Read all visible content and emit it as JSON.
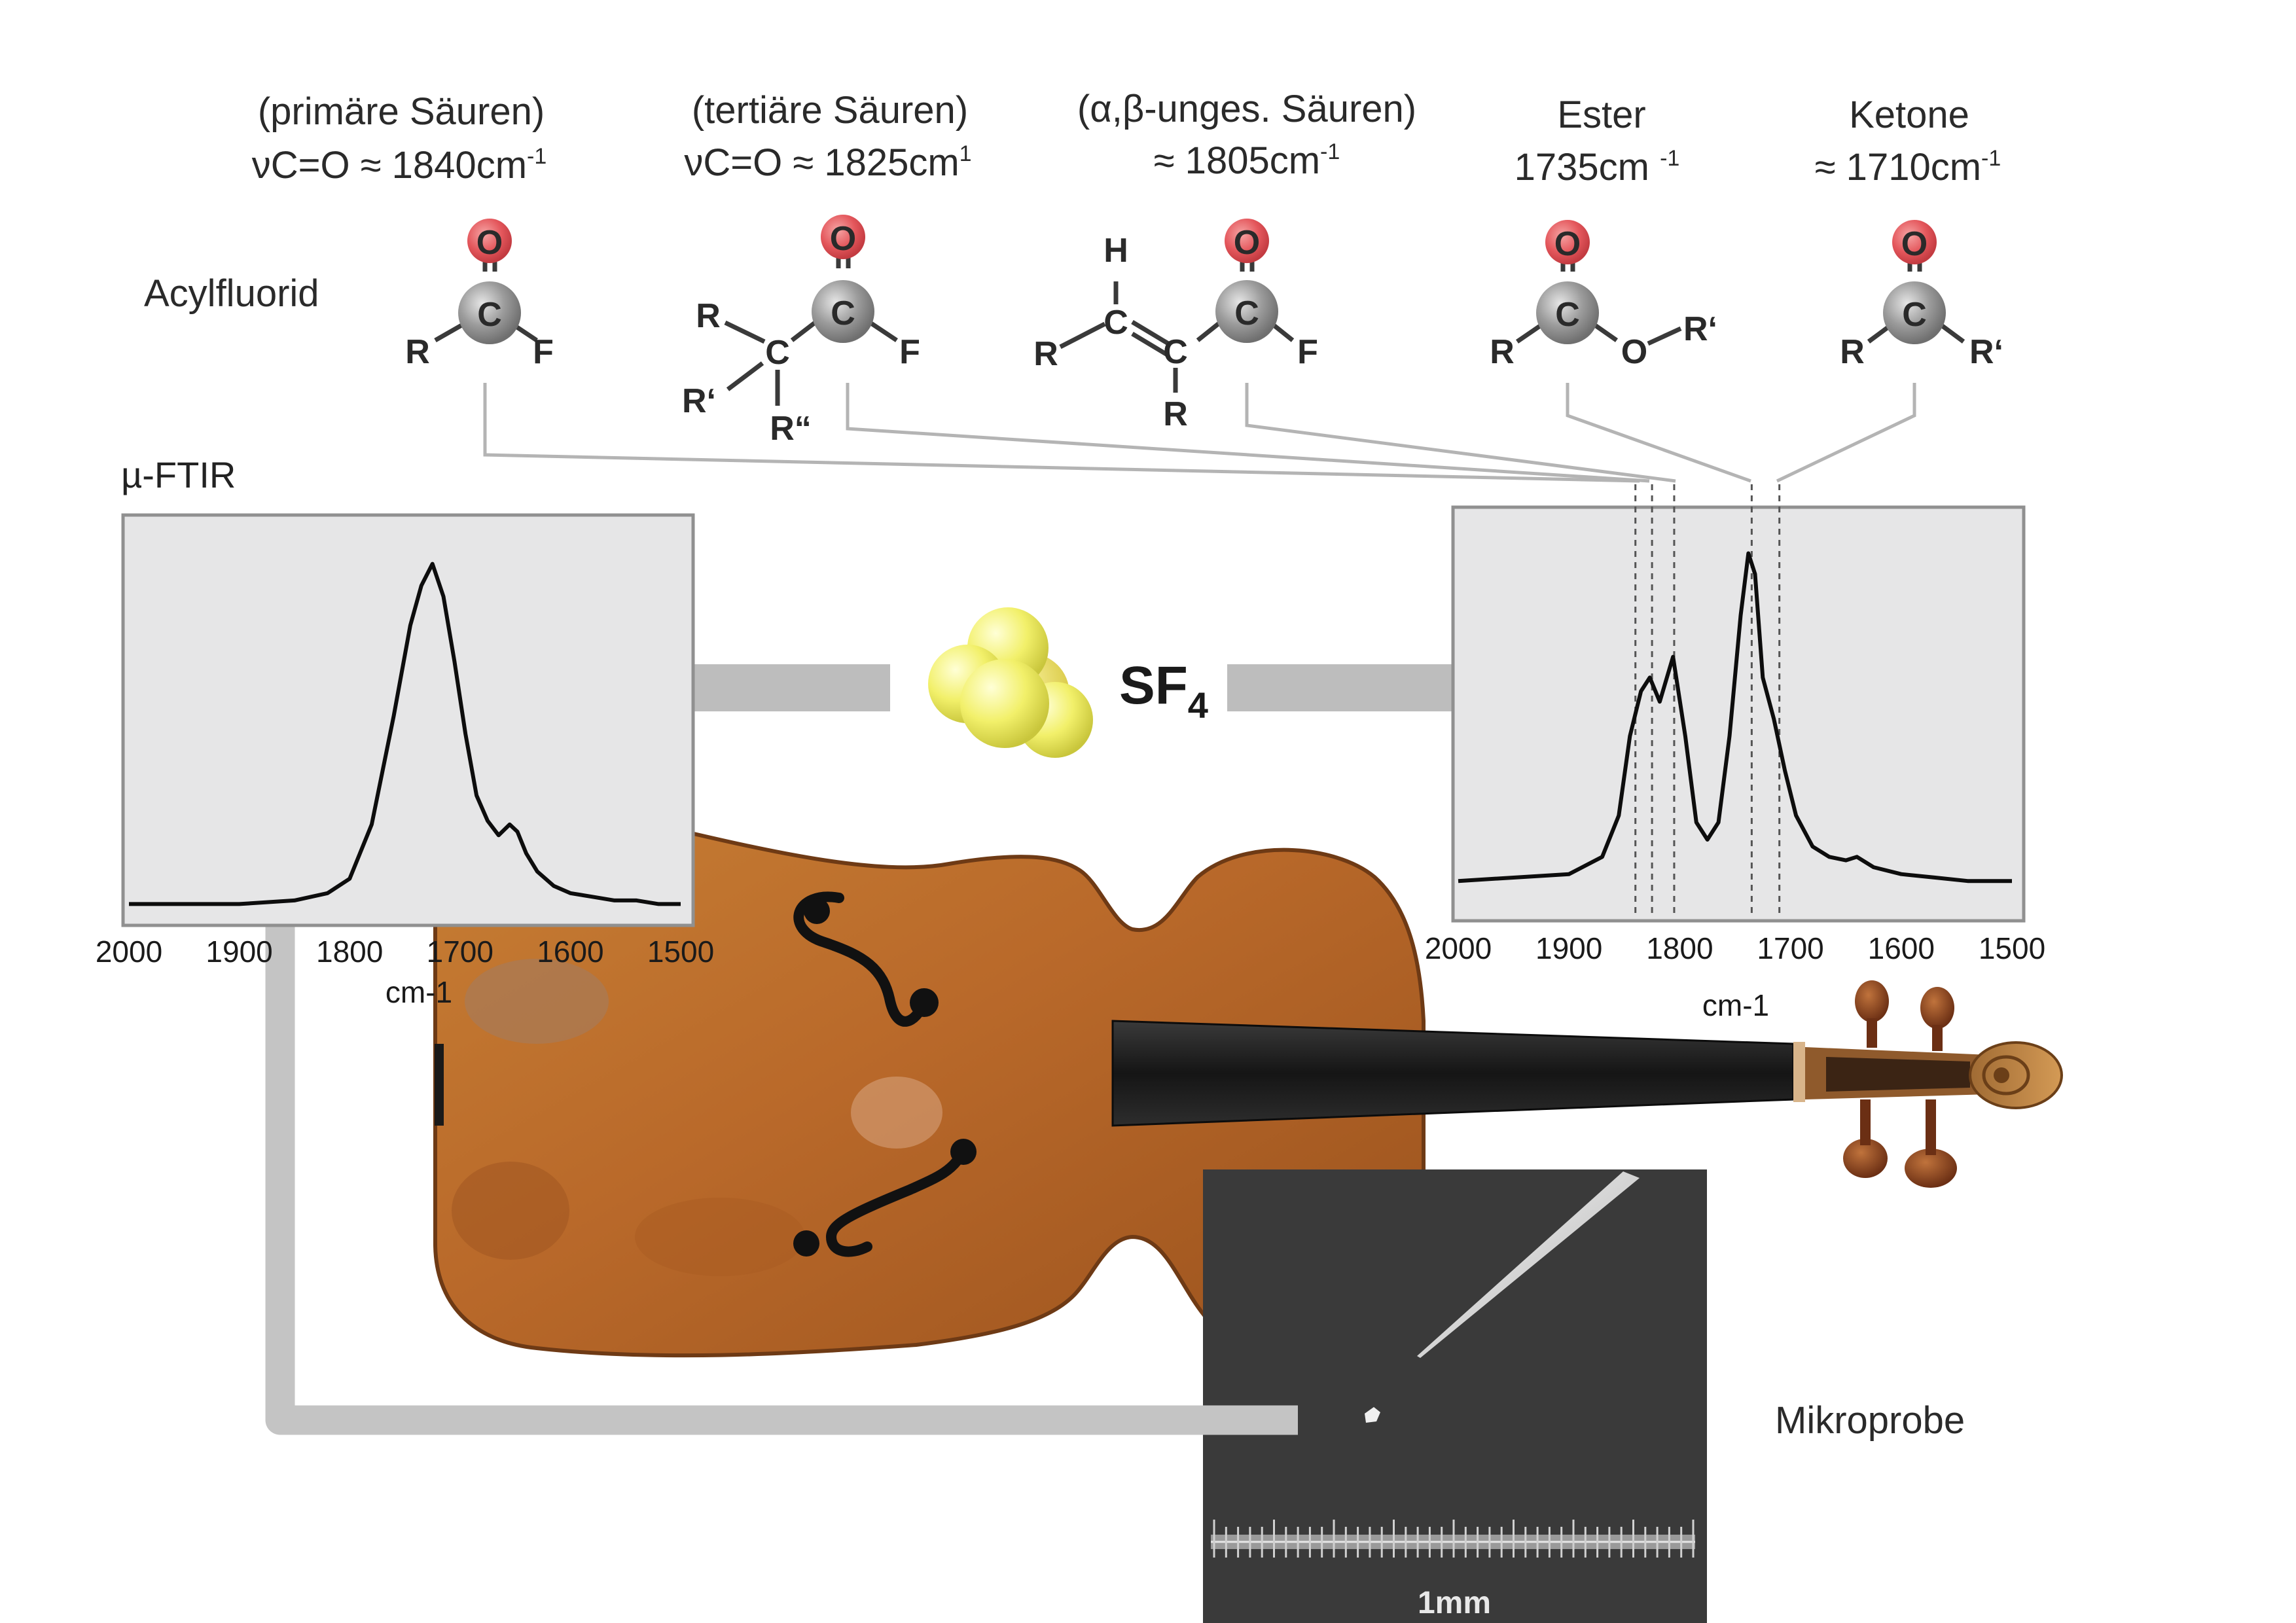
{
  "acyl_label": "Acylfluorid",
  "ftir_label": "µ-FTIR",
  "reagent": {
    "text": "SF",
    "subscript": "4"
  },
  "sample_label": "Mikroprobe",
  "scale_bar_label": "1mm",
  "groups": [
    {
      "name": "(primäre Säuren)",
      "freq": "νC=O  ≈ 1840cm",
      "freq_sup": "-1"
    },
    {
      "name": "(tertiäre Säuren)",
      "freq": "νC=O  ≈ 1825cm",
      "freq_sup": "1"
    },
    {
      "name": "(α,β-unges. Säuren)",
      "freq": "≈ 1805cm",
      "freq_sup": "-1"
    },
    {
      "name": "Ester",
      "freq": "1735cm ",
      "freq_sup": "-1"
    },
    {
      "name": "Ketone",
      "freq": "≈ 1710cm",
      "freq_sup": "-1"
    }
  ],
  "atoms": {
    "O": "O",
    "C": "C",
    "H": "H",
    "R": "R",
    "F": "F",
    "R1": "R‘",
    "R2": "R“"
  },
  "chart_data": [
    {
      "type": "line",
      "title": "",
      "xlabel": "cm-1",
      "ylabel": "",
      "xlim": [
        2000,
        1500
      ],
      "x_reversed": true,
      "xticks": [
        2000,
        1900,
        1800,
        1700,
        1600,
        1500
      ],
      "ylim": [
        0,
        1
      ],
      "grid": false,
      "series": [
        {
          "x": [
            2000,
            1900,
            1850,
            1820,
            1800,
            1780,
            1760,
            1745,
            1735,
            1725,
            1715,
            1705,
            1695,
            1685,
            1675,
            1665,
            1655,
            1648,
            1640,
            1630,
            1615,
            1600,
            1580,
            1560,
            1540,
            1520,
            1500
          ],
          "y": [
            0.03,
            0.03,
            0.04,
            0.06,
            0.1,
            0.25,
            0.55,
            0.8,
            0.91,
            0.97,
            0.88,
            0.7,
            0.5,
            0.33,
            0.26,
            0.22,
            0.25,
            0.23,
            0.17,
            0.12,
            0.08,
            0.06,
            0.05,
            0.04,
            0.04,
            0.03,
            0.03
          ]
        }
      ]
    },
    {
      "type": "line",
      "title": "",
      "xlabel": "cm-1",
      "ylabel": "",
      "xlim": [
        2000,
        1500
      ],
      "x_reversed": true,
      "xticks": [
        2000,
        1900,
        1800,
        1700,
        1600,
        1500
      ],
      "ylim": [
        0,
        1
      ],
      "grid": false,
      "reference_lines_x": [
        1840,
        1825,
        1805,
        1735,
        1710
      ],
      "series": [
        {
          "x": [
            2000,
            1900,
            1870,
            1855,
            1845,
            1835,
            1827,
            1818,
            1806,
            1795,
            1785,
            1775,
            1765,
            1755,
            1745,
            1738,
            1732,
            1725,
            1715,
            1705,
            1695,
            1680,
            1665,
            1650,
            1640,
            1625,
            1600,
            1570,
            1540,
            1500
          ],
          "y": [
            0.03,
            0.05,
            0.1,
            0.22,
            0.45,
            0.58,
            0.62,
            0.55,
            0.68,
            0.45,
            0.2,
            0.15,
            0.2,
            0.45,
            0.8,
            0.98,
            0.92,
            0.62,
            0.5,
            0.35,
            0.22,
            0.13,
            0.1,
            0.09,
            0.1,
            0.07,
            0.05,
            0.04,
            0.03,
            0.03
          ]
        }
      ]
    }
  ]
}
